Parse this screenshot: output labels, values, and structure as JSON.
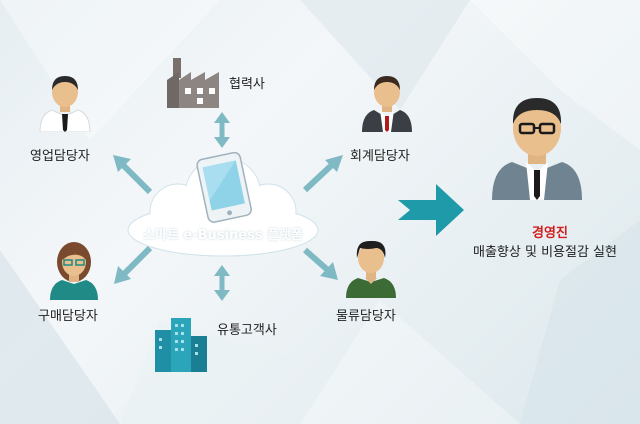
{
  "platform": {
    "label": "스마트 e-Business 플랫폼"
  },
  "nodes": {
    "partner": "협력사",
    "sales_manager": "영업담당자",
    "accounting_manager": "회계담당자",
    "purchasing_manager": "구매담당자",
    "logistics_manager": "물류담당자",
    "distribution_customer": "유통고객사"
  },
  "executive": {
    "title": "경영진",
    "subtitle": "매출향상 및 비용절감 실현"
  },
  "colors": {
    "arrow": "#7fb9c4",
    "big_arrow": "#1e9aa8",
    "exec_title": "#d11e1e",
    "cloud": "#ffffff",
    "phone_screen": "#8fd3e8"
  }
}
